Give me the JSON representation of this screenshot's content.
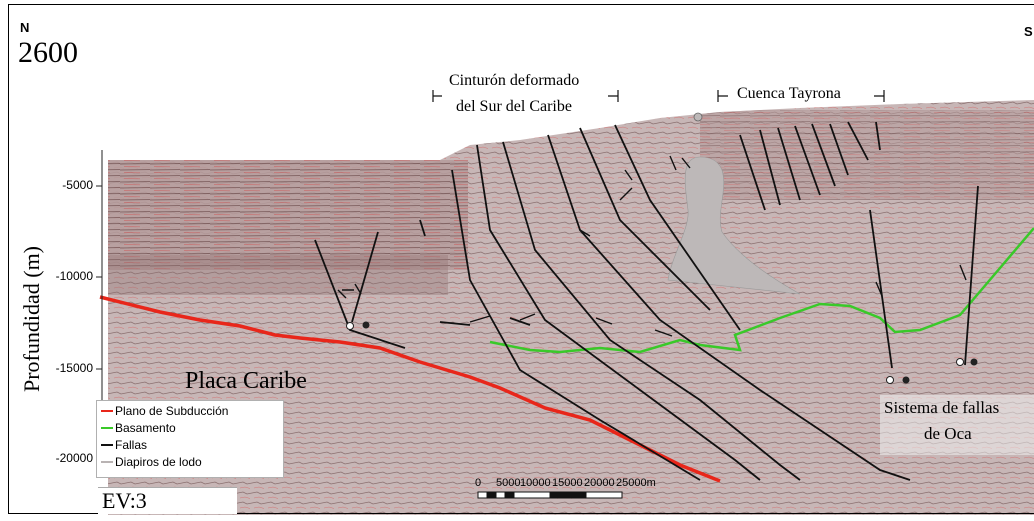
{
  "compass": {
    "north": "N",
    "south": "S"
  },
  "station": "2600",
  "y_axis": {
    "label": "Profundidad (m)",
    "ticks": [
      "-5000",
      "-10000",
      "-15000",
      "-20000"
    ]
  },
  "annotations": {
    "belt_line1": "Cinturón deformado",
    "belt_line2": "del Sur del Caribe",
    "basin": "Cuenca  Tayrona",
    "plate": "Placa Caribe",
    "fault_system_line1": "Sistema de fallas",
    "fault_system_line2": "de Oca"
  },
  "legend": [
    {
      "label": "Plano de Subducción",
      "color": "#e8261a"
    },
    {
      "label": "Basamento",
      "color": "#39c929"
    },
    {
      "label": "Fallas",
      "color": "#111111"
    },
    {
      "label": "Diapiros de lodo",
      "color": "#b9b3b3"
    }
  ],
  "profile_id": "EV:3",
  "scale_bar": {
    "labels": [
      "0",
      "5000",
      "10000",
      "15000",
      "20000",
      "25000m"
    ]
  },
  "colors": {
    "seismic_base": "#a88c8c",
    "subduction": "#e8261a",
    "basement": "#39c929",
    "faults": "#111111",
    "diapir": "#bdb8b8"
  }
}
